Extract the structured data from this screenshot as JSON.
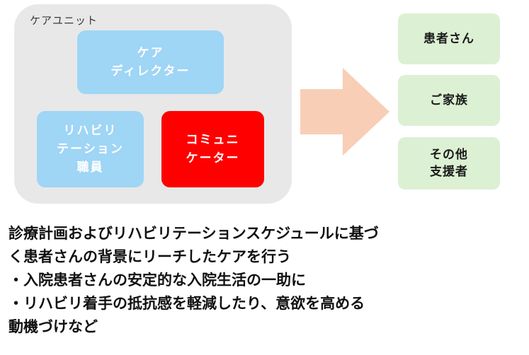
{
  "care_unit": {
    "label": "ケアユニット",
    "care_director": [
      "ケア",
      "ディレクター"
    ],
    "rehab_staff": [
      "リハビリ",
      "テーション",
      "職員"
    ],
    "communicator": [
      "コミュニ",
      "ケーター"
    ]
  },
  "targets": [
    [
      "患者さん"
    ],
    [
      "ご家族"
    ],
    [
      "その他",
      "支援者"
    ]
  ],
  "description": [
    "診療計画およびリハビリテーションスケジュールに基づ",
    "く患者さんの背景にリーチしたケアを行う",
    "・入院患者さんの安定的な入院生活の一助に",
    "・リハビリ着手の抵抗感を軽減したり、意欲を高める",
    "動機づけなど"
  ],
  "colors": {
    "unit_background": "#e8e8e8",
    "role_blue": "#9fd5f5",
    "communicator_red": "#ff0000",
    "arrow": "#f8ceb6",
    "target_green": "#dcf0d3"
  }
}
